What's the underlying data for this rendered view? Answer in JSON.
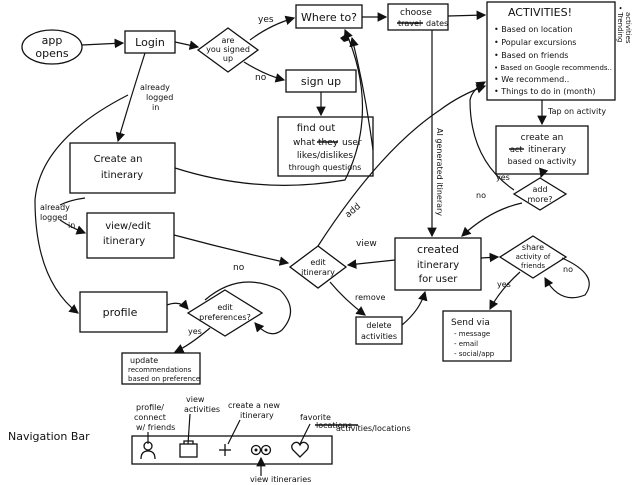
{
  "diagram": {
    "nodes": {
      "app_opens": [
        "app",
        "opens"
      ],
      "login": "Login",
      "signed_up_q": [
        "are",
        "you signed",
        "up"
      ],
      "where_to": "Where to?",
      "choose_dates": {
        "line1": "choose",
        "line2_struck": "travel",
        "line2": "dates"
      },
      "activities": {
        "title": "ACTIVITIES!",
        "items": [
          "• Based on location",
          "• Popular excursions",
          "• Based on friends",
          "• Based on Google recommends..",
          "• We recommend..",
          "• Things to do in (month)"
        ],
        "side_note": [
          "• Trending",
          "activities"
        ]
      },
      "sign_up": "sign up",
      "find_out": {
        "lines": [
          "find out",
          "what",
          "user",
          "likes/dislikes",
          "through questions"
        ],
        "struck": "they"
      },
      "create_itinerary": [
        "Create an",
        "itinerary"
      ],
      "create_activity_itinerary": {
        "line1": "create an",
        "struck": "act",
        "line2": "itinerary",
        "line3": "based on activity"
      },
      "add_more": [
        "add",
        "more?"
      ],
      "view_edit_itinerary": [
        "view/edit",
        "itinerary"
      ],
      "edit_itinerary_diamond": [
        "edit",
        "itinerary"
      ],
      "created_itinerary": [
        "created",
        "itinerary",
        "for user"
      ],
      "share_activity": [
        "share",
        "activity of",
        "friends"
      ],
      "delete_activities": [
        "delete",
        "activities"
      ],
      "profile": "profile",
      "edit_preferences": [
        "edit",
        "preferences?"
      ],
      "update_recommendations": [
        "update",
        "recommendations",
        "based on preference"
      ],
      "send_via": [
        "Send via",
        "- message",
        "- email",
        "- social/app"
      ]
    },
    "edge_labels": {
      "yes_signed": "yes",
      "no_signed": "no",
      "already_logged_in_1": [
        "already",
        "logged",
        "in"
      ],
      "already_logged_in_2": [
        "already",
        "logged",
        "in"
      ],
      "ai_generated": "AI generated itinerary",
      "tap_on_activity": "Tap on activity",
      "yes_add": "yes",
      "no_add": "no",
      "add": "add",
      "view": "view",
      "remove": "remove",
      "yes_share": "yes",
      "no_share": "no",
      "no_pref": "no",
      "yes_pref": "yes"
    },
    "nav_bar": {
      "title": "Navigation Bar",
      "labels": {
        "profile": [
          "profile/",
          "connect",
          "w/ friends"
        ],
        "view_activities": [
          "view",
          "activities"
        ],
        "create_itinerary": [
          "create a new",
          "itinerary"
        ],
        "favorite": {
          "line1": "favorite",
          "struck": "locations",
          "line2": "activities/locations"
        },
        "view_itineraries": "view itineraries"
      },
      "icons": [
        "person-icon",
        "suitcase-icon",
        "plus-icon",
        "binoculars-icon",
        "heart-icon"
      ]
    }
  }
}
